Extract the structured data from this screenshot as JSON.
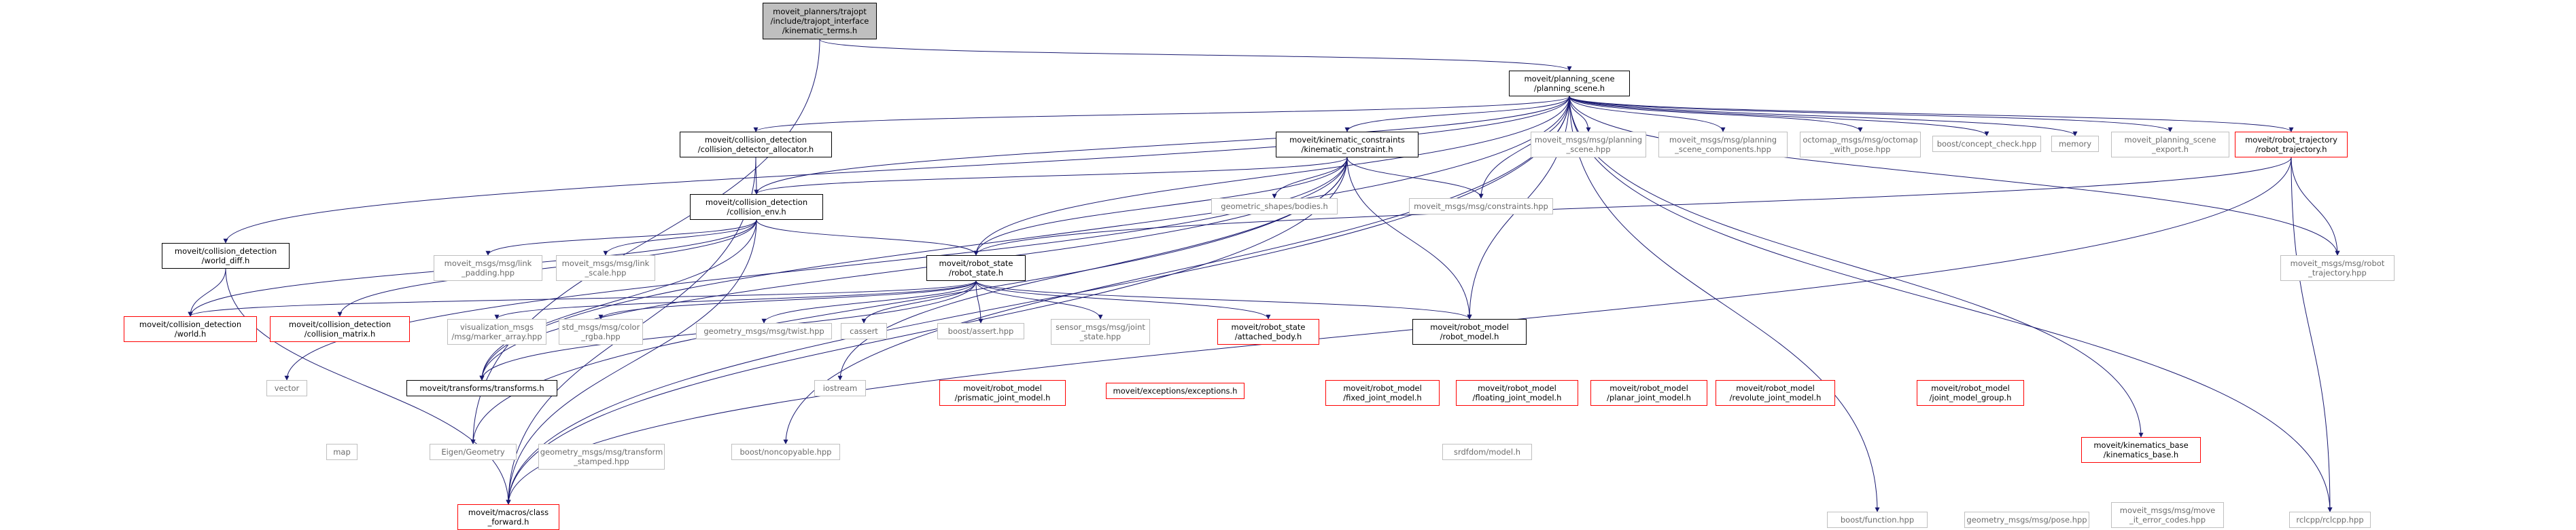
{
  "nodes": [
    {
      "id": "kinematic_terms",
      "label": "moveit_planners/trajopt\n/include/trajopt_interface\n/kinematic_terms.h",
      "style": "root"
    },
    {
      "id": "planning_scene",
      "label": "moveit/planning_scene\n/planning_scene.h",
      "style": "plain"
    },
    {
      "id": "cd_allocator",
      "label": "moveit/collision_detection\n/collision_detector_allocator.h",
      "style": "plain"
    },
    {
      "id": "kinematic_constraint",
      "label": "moveit/kinematic_constraints\n/kinematic_constraint.h",
      "style": "plain"
    },
    {
      "id": "planning_scene_hpp",
      "label": "moveit_msgs/msg/planning\n_scene.hpp",
      "style": "gray"
    },
    {
      "id": "planning_scene_components",
      "label": "moveit_msgs/msg/planning\n_scene_components.hpp",
      "style": "gray"
    },
    {
      "id": "octomap_with_pose",
      "label": "octomap_msgs/msg/octomap\n_with_pose.hpp",
      "style": "gray"
    },
    {
      "id": "concept_check",
      "label": "boost/concept_check.hpp",
      "style": "gray"
    },
    {
      "id": "memory",
      "label": "memory",
      "style": "gray"
    },
    {
      "id": "ps_export",
      "label": "moveit_planning_scene\n_export.h",
      "style": "gray"
    },
    {
      "id": "robot_trajectory",
      "label": "moveit/robot_trajectory\n/robot_trajectory.h",
      "style": "red"
    },
    {
      "id": "collision_env",
      "label": "moveit/collision_detection\n/collision_env.h",
      "style": "plain"
    },
    {
      "id": "bodies",
      "label": "geometric_shapes/bodies.h",
      "style": "gray"
    },
    {
      "id": "constraints_hpp",
      "label": "moveit_msgs/msg/constraints.hpp",
      "style": "gray"
    },
    {
      "id": "world_diff",
      "label": "moveit/collision_detection\n/world_diff.h",
      "style": "plain"
    },
    {
      "id": "link_padding",
      "label": "moveit_msgs/msg/link\n_padding.hpp",
      "style": "gray"
    },
    {
      "id": "link_scale",
      "label": "moveit_msgs/msg/link\n_scale.hpp",
      "style": "gray"
    },
    {
      "id": "robot_state",
      "label": "moveit/robot_state\n/robot_state.h",
      "style": "plain"
    },
    {
      "id": "robot_trajectory_hpp",
      "label": "moveit_msgs/msg/robot\n_trajectory.hpp",
      "style": "gray"
    },
    {
      "id": "world",
      "label": "moveit/collision_detection\n/world.h",
      "style": "red"
    },
    {
      "id": "collision_matrix",
      "label": "moveit/collision_detection\n/collision_matrix.h",
      "style": "red"
    },
    {
      "id": "marker_array",
      "label": "visualization_msgs\n/msg/marker_array.hpp",
      "style": "gray"
    },
    {
      "id": "color_rgba",
      "label": "std_msgs/msg/color\n_rgba.hpp",
      "style": "gray"
    },
    {
      "id": "twist",
      "label": "geometry_msgs/msg/twist.hpp",
      "style": "gray"
    },
    {
      "id": "cassert",
      "label": "cassert",
      "style": "gray"
    },
    {
      "id": "boost_assert",
      "label": "boost/assert.hpp",
      "style": "gray"
    },
    {
      "id": "joint_state",
      "label": "sensor_msgs/msg/joint\n_state.hpp",
      "style": "gray"
    },
    {
      "id": "attached_body",
      "label": "moveit/robot_state\n/attached_body.h",
      "style": "red"
    },
    {
      "id": "robot_model",
      "label": "moveit/robot_model\n/robot_model.h",
      "style": "plain"
    },
    {
      "id": "vector",
      "label": "vector",
      "style": "gray"
    },
    {
      "id": "transforms",
      "label": "moveit/transforms/transforms.h",
      "style": "plain"
    },
    {
      "id": "iostream",
      "label": "iostream",
      "style": "gray"
    },
    {
      "id": "prismatic",
      "label": "moveit/robot_model\n/prismatic_joint_model.h",
      "style": "red"
    },
    {
      "id": "exceptions",
      "label": "moveit/exceptions/exceptions.h",
      "style": "red"
    },
    {
      "id": "fixed",
      "label": "moveit/robot_model\n/fixed_joint_model.h",
      "style": "red"
    },
    {
      "id": "floating",
      "label": "moveit/robot_model\n/floating_joint_model.h",
      "style": "red"
    },
    {
      "id": "planar",
      "label": "moveit/robot_model\n/planar_joint_model.h",
      "style": "red"
    },
    {
      "id": "revolute",
      "label": "moveit/robot_model\n/revolute_joint_model.h",
      "style": "red"
    },
    {
      "id": "joint_model_group",
      "label": "moveit/robot_model\n/joint_model_group.h",
      "style": "red"
    },
    {
      "id": "map",
      "label": "map",
      "style": "gray"
    },
    {
      "id": "eigen",
      "label": "Eigen/Geometry",
      "style": "gray"
    },
    {
      "id": "transform_stamped",
      "label": "geometry_msgs/msg/transform\n_stamped.hpp",
      "style": "gray"
    },
    {
      "id": "noncopyable",
      "label": "boost/noncopyable.hpp",
      "style": "gray"
    },
    {
      "id": "srdf_model",
      "label": "srdfdom/model.h",
      "style": "gray"
    },
    {
      "id": "kinematics_base",
      "label": "moveit/kinematics_base\n/kinematics_base.h",
      "style": "red"
    },
    {
      "id": "class_forward",
      "label": "moveit/macros/class\n_forward.h",
      "style": "red"
    },
    {
      "id": "boost_function",
      "label": "boost/function.hpp",
      "style": "gray"
    },
    {
      "id": "pose",
      "label": "geometry_msgs/msg/pose.hpp",
      "style": "gray"
    },
    {
      "id": "error_codes",
      "label": "moveit_msgs/msg/move\n_it_error_codes.hpp",
      "style": "gray"
    },
    {
      "id": "rclcpp",
      "label": "rclcpp/rclcpp.hpp",
      "style": "gray"
    }
  ],
  "edges": [
    [
      "kinematic_terms",
      "planning_scene"
    ],
    [
      "kinematic_terms",
      "eigen"
    ],
    [
      "planning_scene",
      "cd_allocator"
    ],
    [
      "planning_scene",
      "kinematic_constraint"
    ],
    [
      "planning_scene",
      "planning_scene_hpp"
    ],
    [
      "planning_scene",
      "planning_scene_components"
    ],
    [
      "planning_scene",
      "octomap_with_pose"
    ],
    [
      "planning_scene",
      "concept_check"
    ],
    [
      "planning_scene",
      "memory"
    ],
    [
      "planning_scene",
      "ps_export"
    ],
    [
      "planning_scene",
      "robot_trajectory"
    ],
    [
      "planning_scene",
      "robot_trajectory_hpp"
    ],
    [
      "planning_scene",
      "collision_env"
    ],
    [
      "planning_scene",
      "world_diff"
    ],
    [
      "planning_scene",
      "robot_state"
    ],
    [
      "planning_scene",
      "constraints_hpp"
    ],
    [
      "planning_scene",
      "robot_model"
    ],
    [
      "planning_scene",
      "transforms"
    ],
    [
      "planning_scene",
      "kinematics_base"
    ],
    [
      "planning_scene",
      "rclcpp"
    ],
    [
      "planning_scene",
      "class_forward"
    ],
    [
      "planning_scene",
      "boost_function"
    ],
    [
      "planning_scene",
      "noncopyable"
    ],
    [
      "cd_allocator",
      "collision_env"
    ],
    [
      "cd_allocator",
      "class_forward"
    ],
    [
      "kinematic_constraint",
      "collision_env"
    ],
    [
      "kinematic_constraint",
      "bodies"
    ],
    [
      "kinematic_constraint",
      "constraints_hpp"
    ],
    [
      "kinematic_constraint",
      "robot_state"
    ],
    [
      "kinematic_constraint",
      "robot_model"
    ],
    [
      "kinematic_constraint",
      "iostream"
    ],
    [
      "kinematic_constraint",
      "vector"
    ],
    [
      "kinematic_constraint",
      "class_forward"
    ],
    [
      "kinematic_constraint",
      "eigen"
    ],
    [
      "kinematic_constraint",
      "transforms"
    ],
    [
      "robot_trajectory",
      "robot_state"
    ],
    [
      "robot_trajectory",
      "robot_trajectory_hpp"
    ],
    [
      "robot_trajectory",
      "rclcpp"
    ],
    [
      "robot_trajectory",
      "class_forward"
    ],
    [
      "collision_env",
      "link_padding"
    ],
    [
      "collision_env",
      "link_scale"
    ],
    [
      "collision_env",
      "robot_state"
    ],
    [
      "collision_env",
      "world"
    ],
    [
      "collision_env",
      "collision_matrix"
    ],
    [
      "collision_env",
      "class_forward"
    ],
    [
      "collision_env",
      "transforms"
    ],
    [
      "world_diff",
      "world"
    ],
    [
      "world_diff",
      "class_forward"
    ],
    [
      "robot_state",
      "marker_array"
    ],
    [
      "robot_state",
      "color_rgba"
    ],
    [
      "robot_state",
      "twist"
    ],
    [
      "robot_state",
      "cassert"
    ],
    [
      "robot_state",
      "boost_assert"
    ],
    [
      "robot_state",
      "joint_state"
    ],
    [
      "robot_state",
      "attached_body"
    ],
    [
      "robot_state",
      "robot_model"
    ],
    [
      "robot_state",
      "transforms"
    ],
    [
      "robot_state",
      "world"
    ]
  ]
}
